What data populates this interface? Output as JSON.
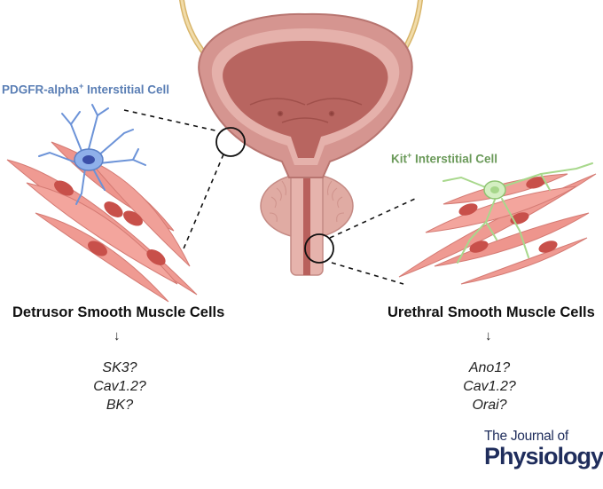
{
  "labels": {
    "pdgfr_cell": "PDGFR-alpha",
    "pdgfr_sup": "+",
    "pdgfr_rest": " Interstitial Cell",
    "kit_cell": "Kit",
    "kit_sup": "+",
    "kit_rest": " Interstitial Cell",
    "detrusor": "Detrusor Smooth Muscle Cells",
    "urethral": "Urethral Smooth Muscle Cells"
  },
  "detrusor_candidates": [
    "SK3?",
    "Cav1.2?",
    "BK?"
  ],
  "urethral_candidates": [
    "Ano1?",
    "Cav1.2?",
    "Orai?"
  ],
  "logo": {
    "line1": "The Journal of",
    "line2": "Physiology"
  },
  "colors": {
    "bladder_wall": "#cf8a86",
    "bladder_lumen": "#b8605c",
    "muscle_cell": "#ef9a92",
    "nucleus": "#c8504a",
    "pdgfr_cell": "#7a9fe0",
    "kit_cell": "#c8e8b4",
    "ureter": "#e7c98a"
  },
  "arrow_glyph": "↓"
}
